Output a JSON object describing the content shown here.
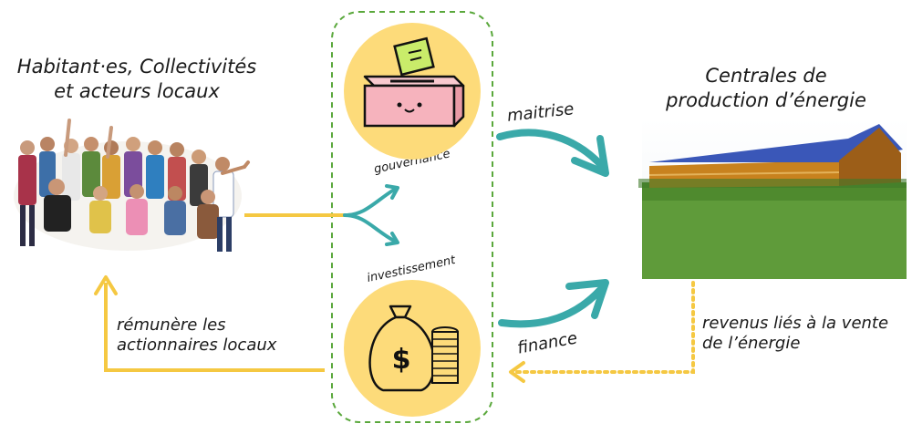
{
  "actors": {
    "title_line1": "Habitant·es, Collectivités",
    "title_line2": "et acteurs locaux"
  },
  "plant": {
    "title_line1": "Centrales de",
    "title_line2": "production d’énergie"
  },
  "center": {
    "top_label": "gouvernance",
    "bottom_label": "investissement"
  },
  "arrows": {
    "top_right": "maitrise",
    "bottom_right": "finance",
    "return_left_line1": "rémunère les",
    "return_left_line2": "actionnaires locaux",
    "revenue_line1": "revenus liés à la vente",
    "revenue_line2": "de l’énergie"
  },
  "colors": {
    "yellow": "#f5c842",
    "teal": "#3aa9a9",
    "green_dash": "#5aa83c",
    "circle_fill": "#fddb7a",
    "box_pink": "#f6b3bd",
    "ballot_green": "#c9ec6a",
    "grass": "#5f9b3a",
    "barn": "#b5741c",
    "roof": "#3a57b8"
  },
  "icons": {
    "ballot": "ballot-box-icon",
    "money": "money-bag-icon",
    "coins": "coin-stack-icon"
  }
}
